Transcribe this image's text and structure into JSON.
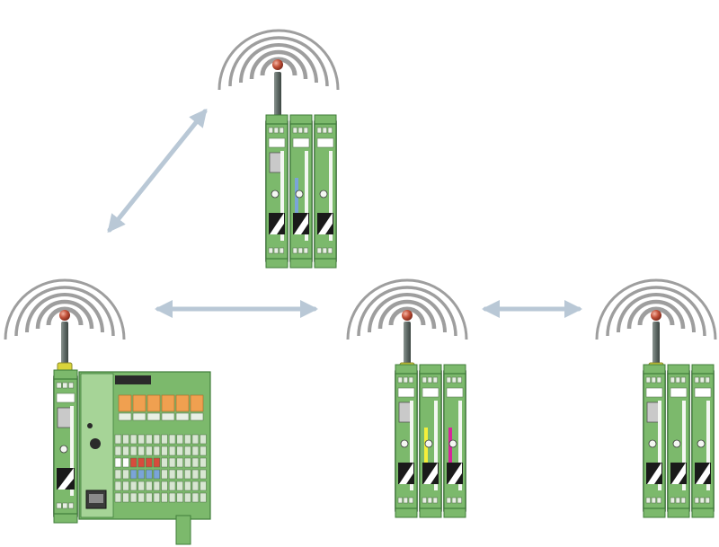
{
  "colors": {
    "module_green": "#7cb96c",
    "module_dark_green": "#3f7d3a",
    "module_light_green": "#a6d497",
    "housing_gray": "#8a8a8a",
    "antenna_gray": "#5f6a66",
    "antenna_tip": "#c4543c",
    "wave_gray": "#9e9e9e",
    "arrow_blue": "#b9c8d6",
    "terminal_orange": "#f0a050",
    "accent_yellow": "#f4ef3a",
    "accent_magenta": "#d6269a",
    "accent_blue": "#7aa4d8",
    "accent_red": "#d74b3c"
  },
  "nodes": [
    {
      "id": "top-station",
      "modules": 3
    },
    {
      "id": "left-controller-station",
      "modules": 1,
      "controller": true
    },
    {
      "id": "middle-station",
      "modules": 3
    },
    {
      "id": "right-station",
      "modules": 3
    }
  ],
  "links": [
    {
      "from": "left-controller-station",
      "to": "top-station",
      "bidirectional": true
    },
    {
      "from": "left-controller-station",
      "to": "middle-station",
      "bidirectional": true
    },
    {
      "from": "middle-station",
      "to": "right-station",
      "bidirectional": true
    }
  ]
}
